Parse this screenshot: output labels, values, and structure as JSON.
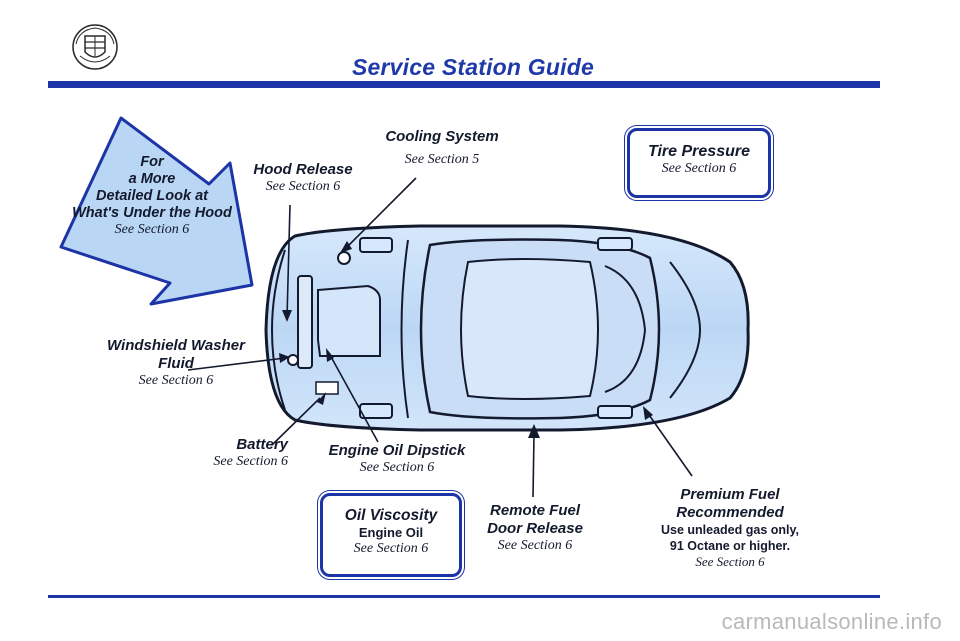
{
  "page": {
    "title": "Service Station Guide",
    "logo_icon": "crest-icon",
    "watermark": "carmanualsonline.info",
    "accent_color": "#1c34a6"
  },
  "arrow": {
    "lines": [
      "For",
      "a More",
      "Detailed Look at",
      "What's Under the Hood"
    ],
    "see": "See Section 6"
  },
  "labels": {
    "hood_release": {
      "title": "Hood Release",
      "see": "See Section 6"
    },
    "cooling_system": {
      "title": "Cooling System",
      "see": "See Section 5"
    },
    "washer_fluid": {
      "title_1": "Windshield Washer",
      "title_2": "Fluid",
      "see": "See Section 6"
    },
    "battery": {
      "title": "Battery",
      "see": "See Section 6"
    },
    "oil_dipstick": {
      "title": "Engine Oil Dipstick",
      "see": "See Section 6"
    },
    "fuel_door": {
      "title_1": "Remote Fuel",
      "title_2": "Door Release",
      "see": "See Section 6"
    },
    "premium_fuel": {
      "title": "Premium Fuel Recommended",
      "line_1": "Use unleaded gas only,",
      "line_2": "91 Octane or higher.",
      "see": "See Section 6"
    }
  },
  "boxes": {
    "tire_pressure": {
      "title": "Tire Pressure",
      "see": "See Section 6"
    },
    "oil_viscosity": {
      "title": "Oil Viscosity",
      "sub": "Engine Oil",
      "see": "See Section 6"
    }
  }
}
